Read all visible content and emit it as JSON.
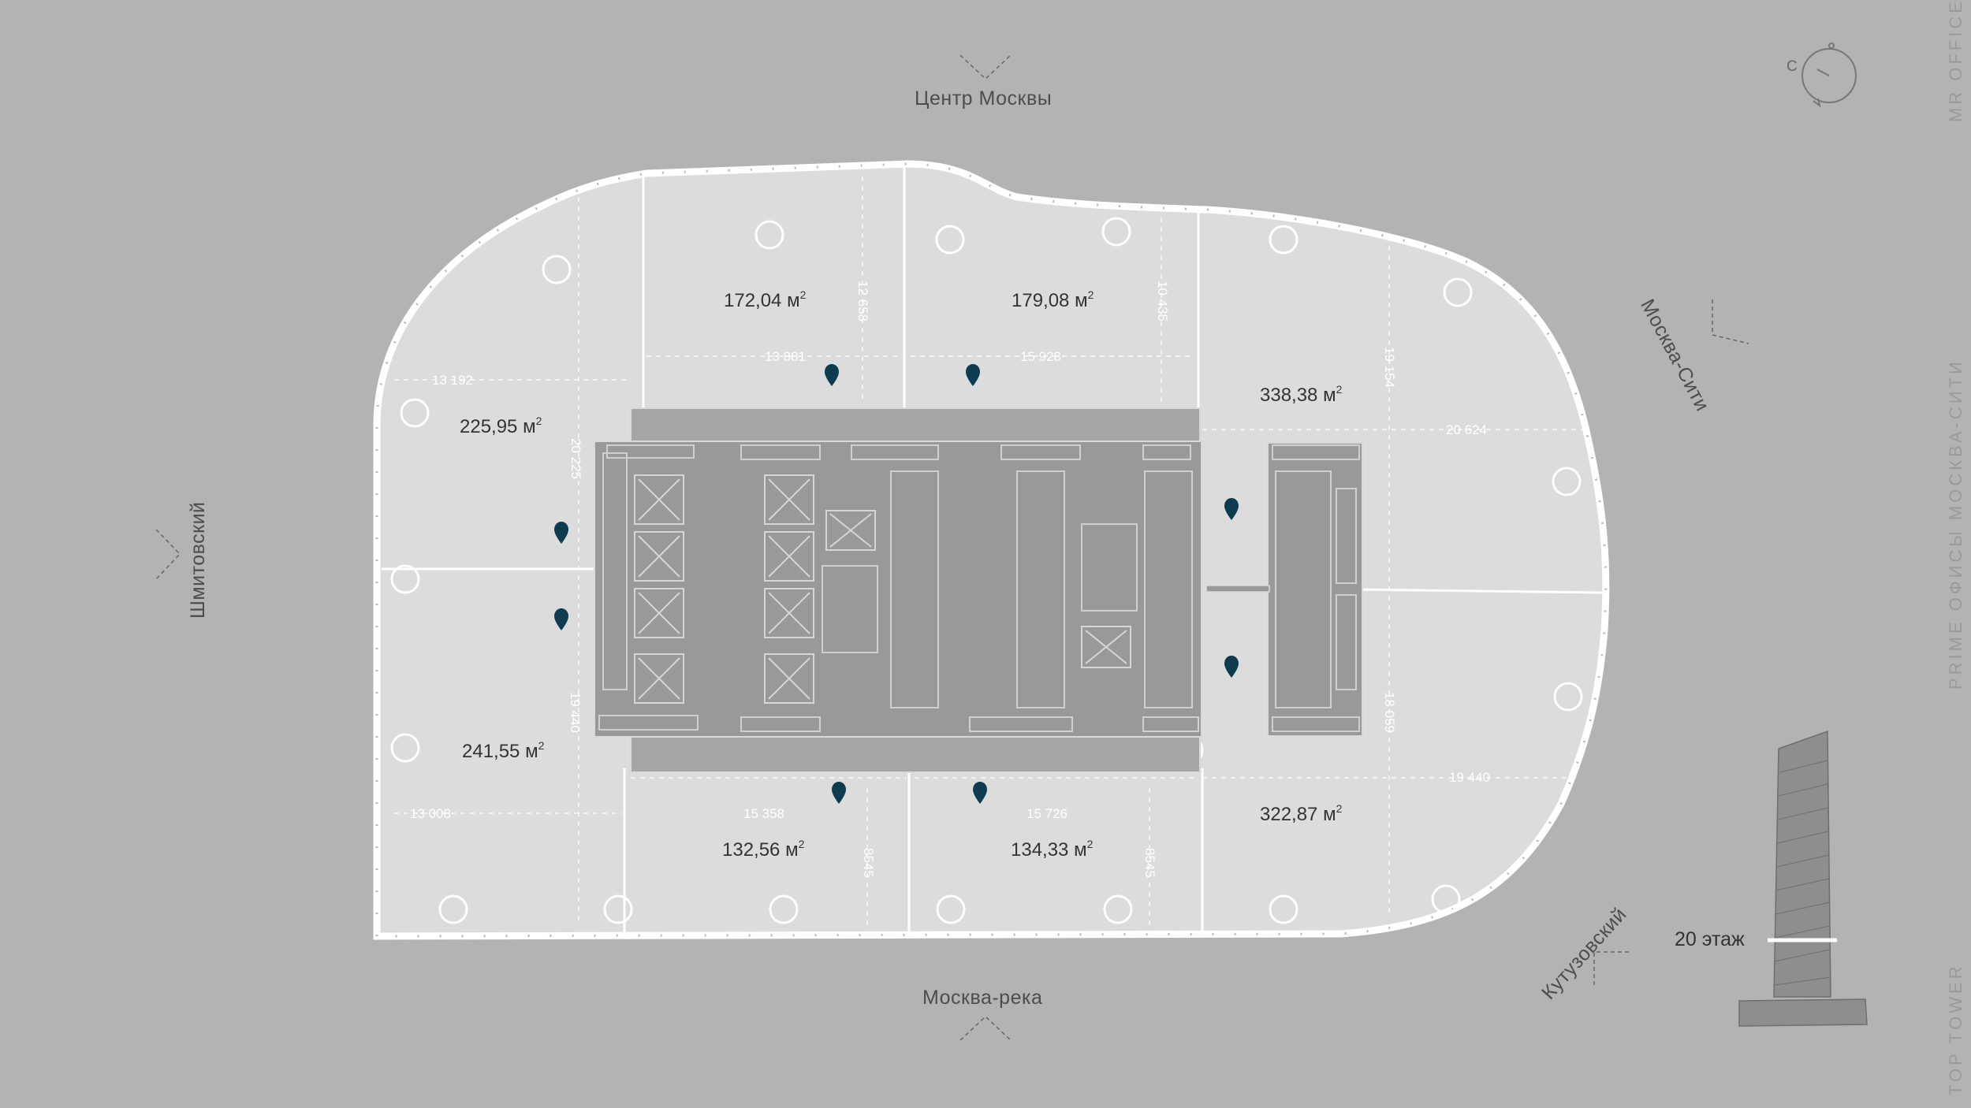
{
  "directions": {
    "top": "Центр Москвы",
    "bottom": "Москва-река",
    "left": "Шмитовский",
    "right": "Москва-Сити",
    "bottom_right": "Кутузовский"
  },
  "compass": {
    "letter": "С"
  },
  "side_branding": {
    "top": "MR OFFICE",
    "middle": "PRIME ОФИСЫ МОСКВА-СИТИ",
    "bottom": "TOP TOWER"
  },
  "floor": {
    "label": "20 этаж"
  },
  "units": [
    {
      "area": "172,04 м",
      "sup": "2"
    },
    {
      "area": "179,08 м",
      "sup": "2"
    },
    {
      "area": "338,38 м",
      "sup": "2"
    },
    {
      "area": "225,95 м",
      "sup": "2"
    },
    {
      "area": "241,55 м",
      "sup": "2"
    },
    {
      "area": "132,56 м",
      "sup": "2"
    },
    {
      "area": "134,33 м",
      "sup": "2"
    },
    {
      "area": "322,87 м",
      "sup": "2"
    }
  ],
  "dimensions": [
    "13 192",
    "20 225",
    "12 658",
    "13 881",
    "10 435",
    "15 928",
    "19 154",
    "20 624",
    "19 440",
    "13 008",
    "15 358",
    "8545",
    "15 726",
    "8545",
    "18 059",
    "19 440"
  ],
  "colors": {
    "background": "#b3b3b3",
    "floor_fill": "#dcdcdc",
    "core_fill": "#999999",
    "water_marker": "#0d3b4f"
  }
}
